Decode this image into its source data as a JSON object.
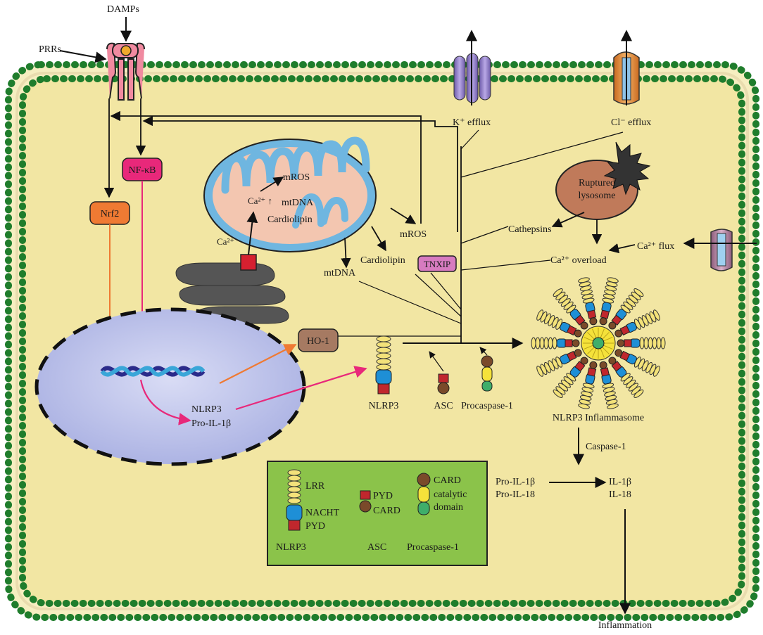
{
  "labels": {
    "damps": "DAMPs",
    "prrs": "PRRs",
    "nfkb": "NF-κB",
    "nrf2": "Nrf2",
    "k_efflux": "K⁺ efflux",
    "cl_efflux": "Cl⁻ efflux",
    "mito_mros": "mROS",
    "mito_ca": "Ca²⁺ ↑",
    "mito_mtdna": "mtDNA",
    "mito_cardiolipin": "Cardiolipin",
    "er_ca": "Ca²⁺",
    "mros": "mROS",
    "cardiolipin": "Cardiolipin",
    "mtdna": "mtDNA",
    "txnip": "TNXIP",
    "ruptured_lysosome_line1": "Ruptured",
    "ruptured_lysosome_line2": "lysosome",
    "cathepsins": "Cathepsins",
    "ca_flux": "Ca²⁺ flux",
    "ca_overload": "Ca²⁺ overload",
    "ho1": "HO-1",
    "nucleus_nlrp3": "NLRP3",
    "nucleus_pro_il1b": "Pro-IL-1β",
    "nlrp3": "NLRP3",
    "asc": "ASC",
    "procaspase1": "Procaspase-1",
    "inflammasome": "NLRP3 Inflammasome",
    "caspase1": "Caspase-1",
    "pro_il1b": "Pro-IL-1β",
    "pro_il18": "Pro-IL-18",
    "il1b": "IL-1β",
    "il18": "IL-18",
    "inflammation": "Inflammation"
  },
  "legend": {
    "lrr": "LRR",
    "nacht": "NACHT",
    "pyd": "PYD",
    "asc_pyd": "PYD",
    "asc_card": "CARD",
    "casp_card": "CARD",
    "casp_catalytic_line1": "catalytic",
    "casp_catalytic_line2": "domain",
    "nlrp3_caption": "NLRP3",
    "asc_caption": "ASC",
    "procaspase_caption": "Procaspase-1"
  },
  "colors": {
    "cytoplasm": "#f2e6a3",
    "membrane_head": "#1f7d2c",
    "mito_fill": "#f3c6b0",
    "mito_cristae": "#6fb6e0",
    "er": "#555555",
    "nucleus": "#b9bfe8",
    "nfkb": "#e8287a",
    "nrf2": "#ef7a33",
    "txnip": "#d77bc0",
    "ho1": "#a67a62",
    "lysosome": "#c07a5a",
    "legend_bg": "#8bc34a",
    "lrr_yellow": "#f3e27a",
    "nacht_blue": "#1e8fd6",
    "pyd_red": "#c0272d",
    "card_brown": "#7a4a2a",
    "catalytic_yellow": "#f5e23a",
    "catalytic_green": "#3fae6a"
  }
}
